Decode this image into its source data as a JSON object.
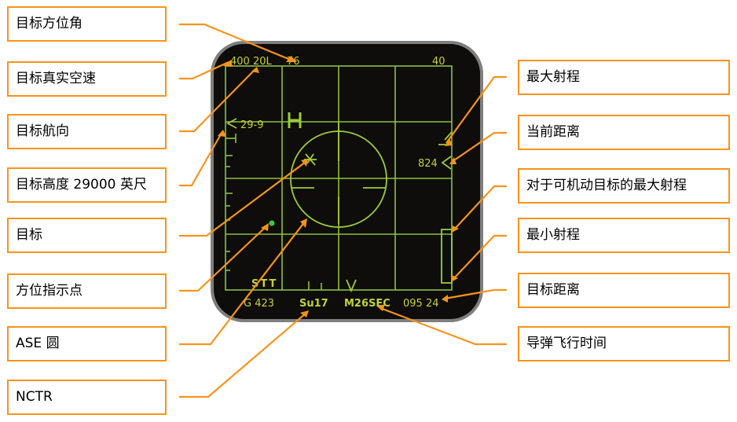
{
  "left_labels": [
    "目标方位角",
    "目标真实空速",
    "目标航向",
    "目标高度 29000 英尺",
    "目标",
    "方位指示点",
    "ASE 圆",
    "NCTR"
  ],
  "right_labels": [
    "最大射程",
    "当前距离",
    "对于可机动目标的最大射程",
    "最小射程",
    "目标距离",
    "导弹飞行时间"
  ],
  "display": {
    "top_left": "400 20L",
    "top_mid": "76",
    "top_right": "40",
    "altitude": "29-9",
    "current_range": "824",
    "mode": "STT",
    "bottom_left": "G 423",
    "nctr": "Su17",
    "tof": "M26SEC",
    "target_range": "095 24"
  },
  "colors": {
    "screen_bg": "#0e0d0b",
    "bezel": "#7f7f7f",
    "hud_text": "#c2d23c",
    "grid": "#8fc040",
    "callout": "#f7941d"
  }
}
